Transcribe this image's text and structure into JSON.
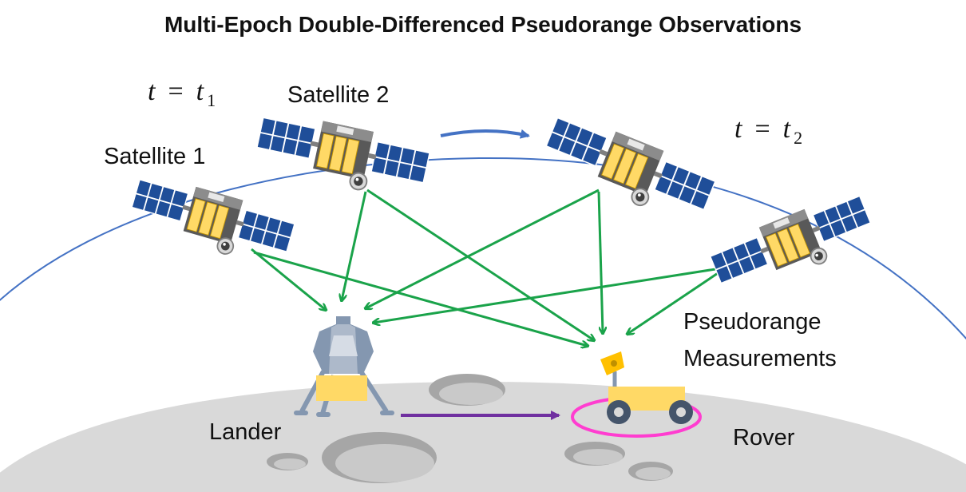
{
  "title": "Multi-Epoch Double-Differenced Pseudorange Observations",
  "epochs": {
    "t1": {
      "var": "t",
      "eq": "=",
      "sub_var": "t",
      "sub_index": "1"
    },
    "t2": {
      "var": "t",
      "eq": "=",
      "sub_var": "t",
      "sub_index": "2"
    }
  },
  "labels": {
    "satellite_1": "Satellite 1",
    "satellite_2": "Satellite 2",
    "lander": "Lander",
    "rover": "Rover",
    "pseudorange_line1": "Pseudorange",
    "pseudorange_line2": "Measurements"
  },
  "colors": {
    "measurement_arrow": "#1aa34a",
    "epoch_arrow": "#4472c4",
    "orbit": "#4472c4",
    "rover_motion_arrow": "#7030a0",
    "rover_ring": "#ff3dd0",
    "panel": "#1f4e99",
    "moon_surface": "#d9d9d9"
  }
}
